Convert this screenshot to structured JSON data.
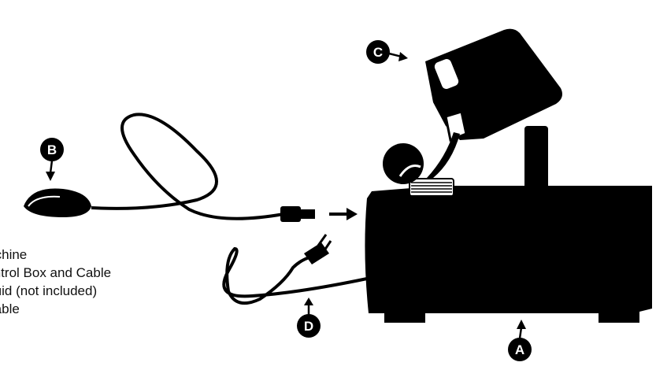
{
  "callouts": {
    "a": "A",
    "b": "B",
    "c": "C",
    "d": "D"
  },
  "legend": [
    "Machine",
    "Control Box and Cable",
    "Liquid (not included)",
    "r Cable"
  ],
  "colors": {
    "ink": "#000000",
    "paper": "#ffffff",
    "bottle_highlight": "#ffffff"
  },
  "icons": {
    "fog_machine": "fog-machine-icon",
    "remote": "remote-control-icon",
    "bottle": "fluid-bottle-icon",
    "plug": "power-plug-icon"
  }
}
